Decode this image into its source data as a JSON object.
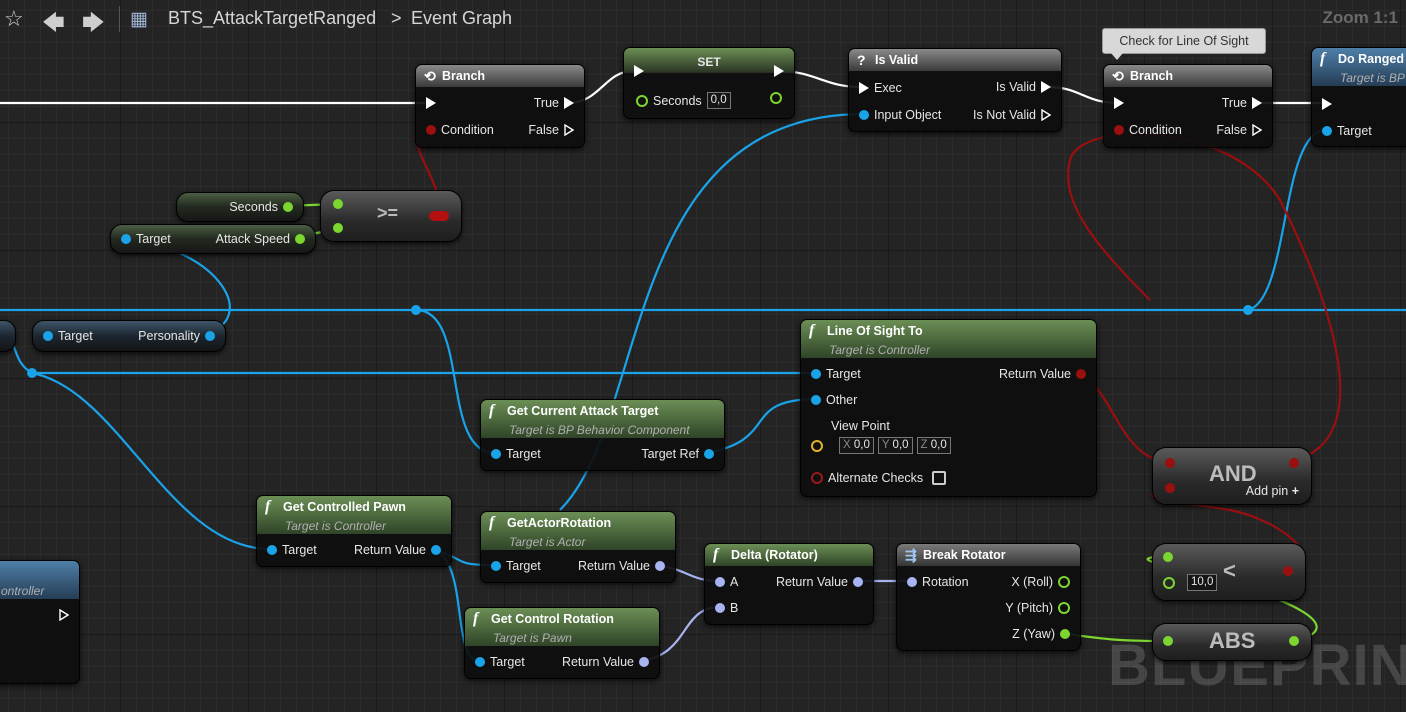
{
  "toolbar": {
    "breadcrumb_asset": "BTS_AttackTargetRanged",
    "breadcrumb_separator": ">",
    "breadcrumb_graph": "Event Graph",
    "zoom": "Zoom 1:1"
  },
  "watermark": "BLUEPRINT",
  "tooltip": "Check for Line Of Sight",
  "nodes": {
    "branch1": {
      "title": "Branch",
      "true": "True",
      "condition": "Condition",
      "false": "False"
    },
    "set": {
      "title": "SET",
      "seconds": "Seconds",
      "seconds_value": "0,0"
    },
    "isvalid": {
      "title": "Is Valid",
      "exec": "Exec",
      "input": "Input Object",
      "valid": "Is Valid",
      "invalid": "Is Not Valid"
    },
    "branch2": {
      "title": "Branch",
      "true": "True",
      "condition": "Condition",
      "false": "False"
    },
    "doranged": {
      "title": "Do Ranged",
      "subtitle": "Target is BP",
      "target": "Target"
    },
    "seconds_var": {
      "label": "Seconds"
    },
    "attack_speed": {
      "target": "Target",
      "value": "Attack Speed"
    },
    "gte": {
      "op": ">="
    },
    "personality": {
      "target": "Target",
      "value": "Personality"
    },
    "los": {
      "title": "Line Of Sight To",
      "subtitle": "Target is Controller",
      "target": "Target",
      "other": "Other",
      "viewpoint": "View Point",
      "x_label": "X",
      "x": "0,0",
      "y_label": "Y",
      "y": "0,0",
      "z_label": "Z",
      "z": "0,0",
      "alt": "Alternate Checks",
      "ret": "Return Value"
    },
    "gcat": {
      "title": "Get Current Attack Target",
      "subtitle": "Target is BP Behavior Component",
      "target": "Target",
      "ret": "Target Ref"
    },
    "and": {
      "op": "AND",
      "addpin": "Add pin"
    },
    "gcp": {
      "title": "Get Controlled Pawn",
      "subtitle": "Target is Controller",
      "target": "Target",
      "ret": "Return Value"
    },
    "gar": {
      "title": "GetActorRotation",
      "subtitle": "Target is Actor",
      "target": "Target",
      "ret": "Return Value"
    },
    "delta": {
      "title": "Delta (Rotator)",
      "a": "A",
      "b": "B",
      "ret": "Return Value"
    },
    "breakrot": {
      "title": "Break Rotator",
      "rotation": "Rotation",
      "x": "X (Roll)",
      "y": "Y (Pitch)",
      "z": "Z (Yaw)"
    },
    "less": {
      "op": "<",
      "value": "10,0"
    },
    "gcr": {
      "title": "Get Control Rotation",
      "subtitle": "Target is Pawn",
      "target": "Target",
      "ret": "Return Value"
    },
    "abs": {
      "op": "ABS"
    },
    "leftnode": {
      "subtitle": "ontroller"
    }
  },
  "colors": {
    "exec_wire": "#ffffff",
    "object_wire": "#1aa3e8",
    "bool_wire": "#9a0f0f",
    "float_wire": "#7cd62f",
    "struct_wire": "#a8b4f0"
  }
}
